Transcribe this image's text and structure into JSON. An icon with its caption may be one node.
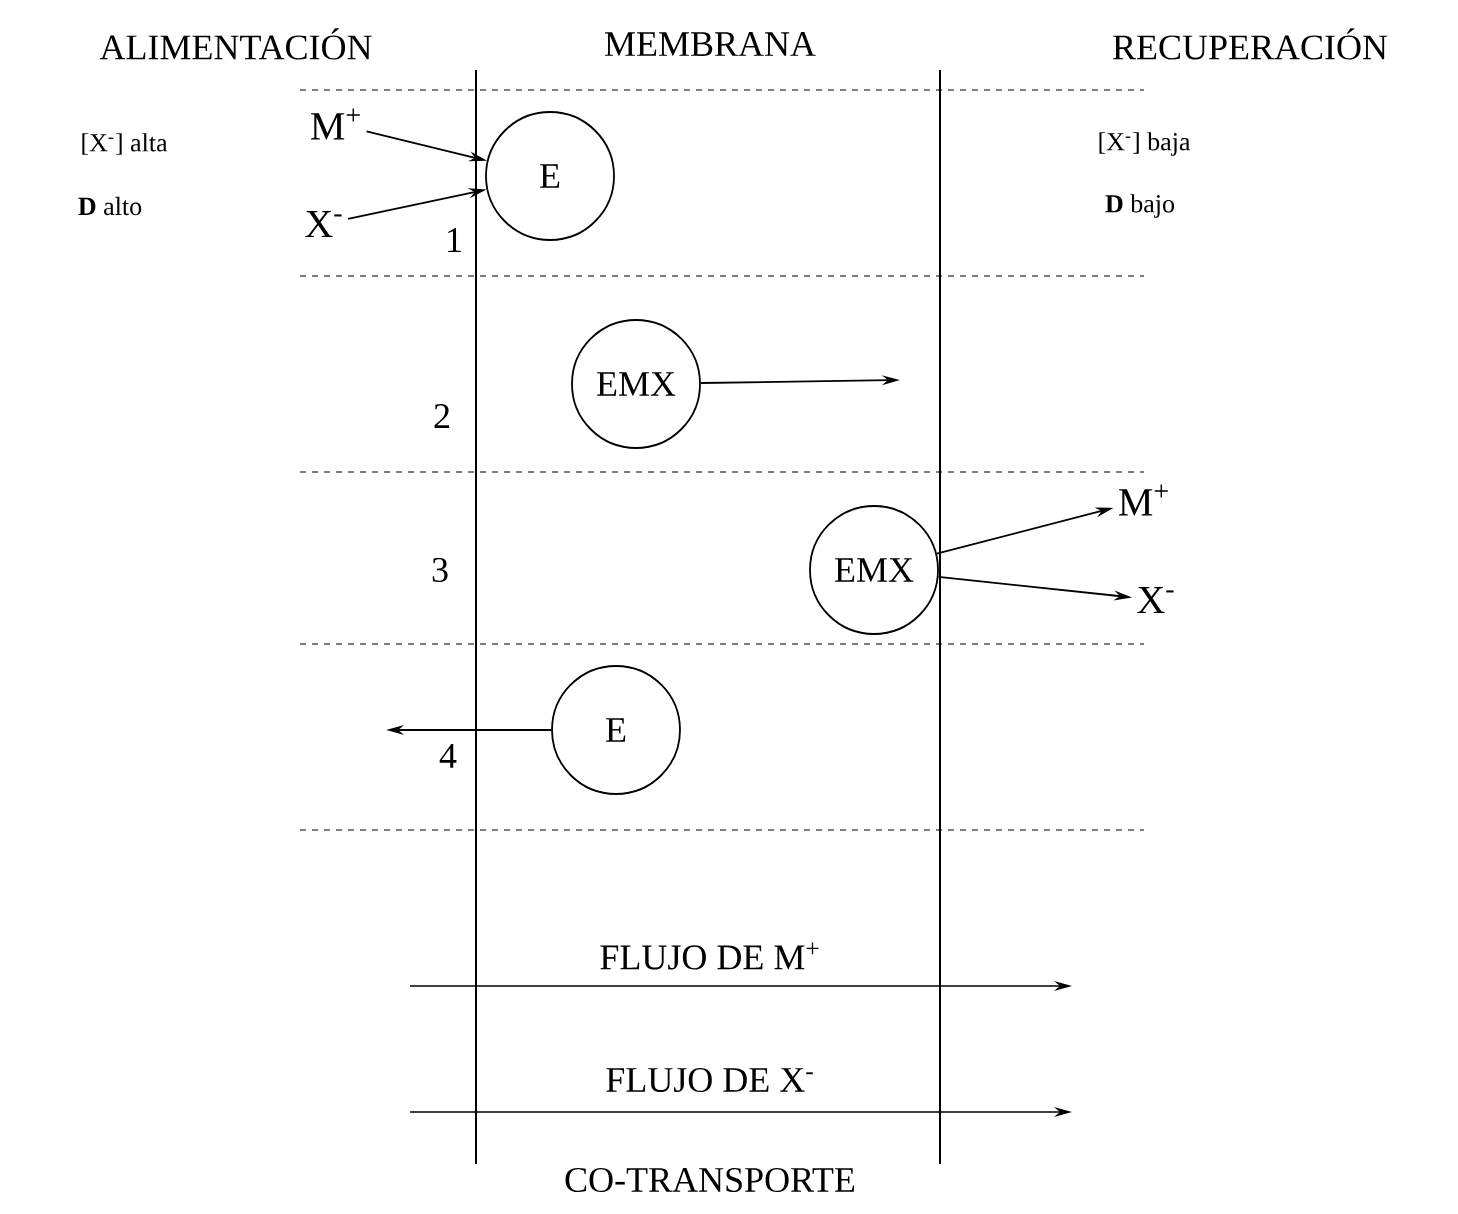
{
  "diagram": {
    "caption": "CO-TRANSPORTE",
    "nodes": [
      {
        "text": [
          "M$^{+}$"
        ]
      },
      {
        "text": [
          "X$^{-}$"
        ]
      },
      {
        "text": [
          "E"
        ]
      },
      {
        "text": [
          "EMX"
        ]
      },
      {
        "text": [
          "EMX"
        ]
      },
      {
        "text": [
          "M$^{+}$"
        ]
      },
      {
        "text": [
          "X$^{-}$"
        ]
      },
      {
        "text": [
          "E"
        ]
      }
    ],
    "edges": [
      {
        "from": 0,
        "to": 2,
        "arrow": "to"
      },
      {
        "from": 1,
        "to": 2,
        "arrow": "to"
      },
      {
        "from": 3,
        "to": null,
        "arrow": "to"
      },
      {
        "from": 4,
        "to": 5,
        "arrow": "to"
      },
      {
        "from": 4,
        "to": 6,
        "arrow": "to"
      },
      {
        "from": 7,
        "to": null,
        "arrow": "to"
      }
    ],
    "labels": [
      "ALIMENTACIÓN",
      "MEMBRANA",
      "RECUPERACIÓN",
      "[X$^{-}$] alta",
      "**D** alto",
      "[X$^{-}$] baja",
      "**D** bajo",
      "1",
      "2",
      "3",
      "4",
      "FLUJO DE M$^{+}$",
      "FLUJO DE X$^{-}$"
    ]
  }
}
